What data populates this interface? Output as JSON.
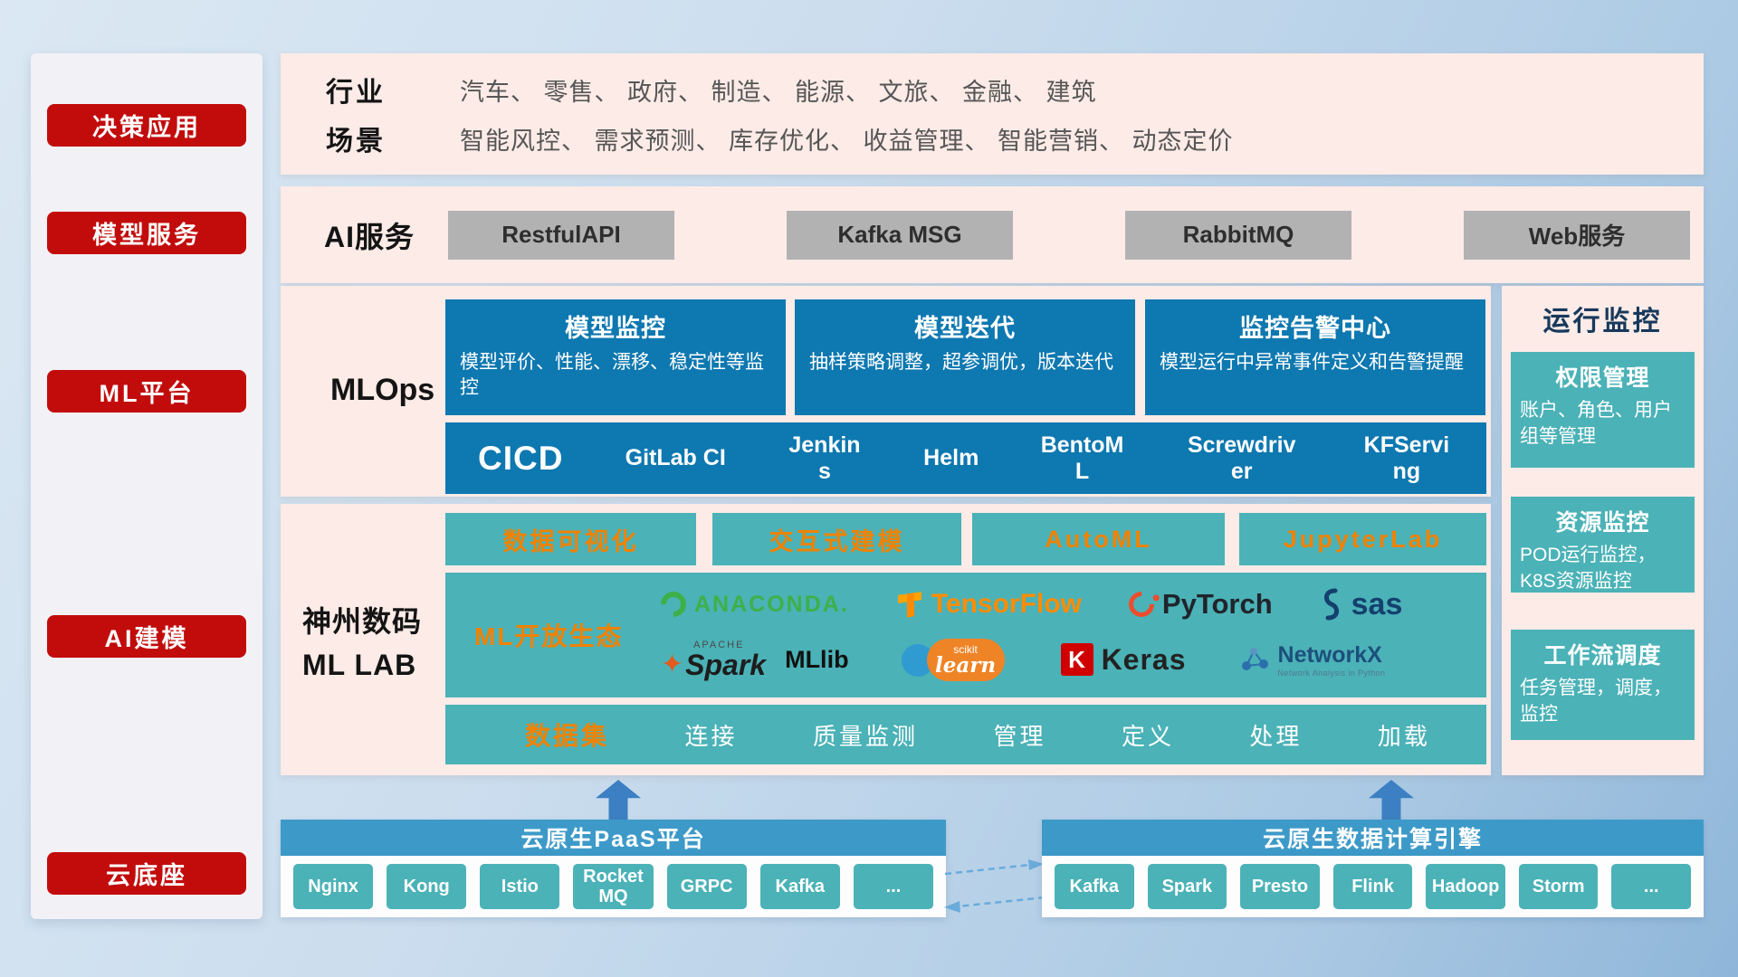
{
  "colors": {
    "red": "#c20c0c",
    "pink_panel": "#fcebe7",
    "blue_card": "#0e78b0",
    "teal": "#4bb2b7",
    "orange": "#f08300",
    "cloud_blue": "#3d9ac8"
  },
  "sidebar": {
    "items": [
      {
        "label": "决策应用"
      },
      {
        "label": "模型服务"
      },
      {
        "label": "ML平台"
      },
      {
        "label": "AI建模"
      },
      {
        "label": "云底座"
      }
    ]
  },
  "top_panel": {
    "rows": [
      {
        "label": "行业",
        "value": "汽车、 零售、 政府、 制造、 能源、 文旅、 金融、 建筑"
      },
      {
        "label": "场景",
        "value": "智能风控、 需求预测、 库存优化、 收益管理、 智能营销、 动态定价"
      }
    ]
  },
  "ai_services": {
    "label": "AI服务",
    "items": [
      "RestfulAPI",
      "Kafka MSG",
      "RabbitMQ",
      "Web服务"
    ]
  },
  "mlops": {
    "label": "MLOps",
    "cards": [
      {
        "title": "模型监控",
        "desc": "模型评价、性能、漂移、稳定性等监控"
      },
      {
        "title": "模型迭代",
        "desc": "抽样策略调整，超参调优，版本迭代"
      },
      {
        "title": "监控告警中心",
        "desc": "模型运行中异常事件定义和告警提醒"
      }
    ],
    "cicd": {
      "label": "CICD",
      "items": [
        "GitLab CI",
        "Jenkins",
        "Helm",
        "BentoML",
        "Screwdriver",
        "KFServing"
      ]
    }
  },
  "monitoring": {
    "title": "运行监控",
    "cards": [
      {
        "title": "权限管理",
        "desc": "账户、角色、用户组等管理"
      },
      {
        "title": "资源监控",
        "desc": "POD运行监控，K8S资源监控"
      },
      {
        "title": "工作流调度",
        "desc": "任务管理，调度，监控"
      }
    ]
  },
  "mllab": {
    "label_line1": "神州数码",
    "label_line2": "ML LAB",
    "tools": [
      "数据可视化",
      "交互式建模",
      "AutoML",
      "JupyterLab"
    ],
    "ecosystem": {
      "label": "ML开放生态",
      "logos": [
        {
          "name": "anaconda-logo",
          "text": "ANACONDA."
        },
        {
          "name": "tensorflow-logo",
          "text": "TensorFlow"
        },
        {
          "name": "pytorch-logo",
          "text": "PyTorch"
        },
        {
          "name": "sas-logo",
          "text": "sas"
        },
        {
          "name": "spark-logo",
          "apache": "APACHE",
          "text": "Spark",
          "companion": "MLlib"
        },
        {
          "name": "scikit-learn-logo",
          "top": "scikit",
          "text": "learn"
        },
        {
          "name": "keras-logo",
          "k": "K",
          "text": "Keras"
        },
        {
          "name": "networkx-logo",
          "text": "NetworkX",
          "sub": "Network Analysis in Python"
        }
      ]
    },
    "dataset": {
      "label": "数据集",
      "items": [
        "连接",
        "质量监测",
        "管理",
        "定义",
        "处理",
        "加载"
      ]
    }
  },
  "cloud": {
    "paas": {
      "title": "云原生PaaS平台",
      "items": [
        "Nginx",
        "Kong",
        "Istio",
        "RocketMQ",
        "GRPC",
        "Kafka",
        "..."
      ]
    },
    "engine": {
      "title": "云原生数据计算引擎",
      "items": [
        "Kafka",
        "Spark",
        "Presto",
        "Flink",
        "Hadoop",
        "Storm",
        "..."
      ]
    }
  }
}
